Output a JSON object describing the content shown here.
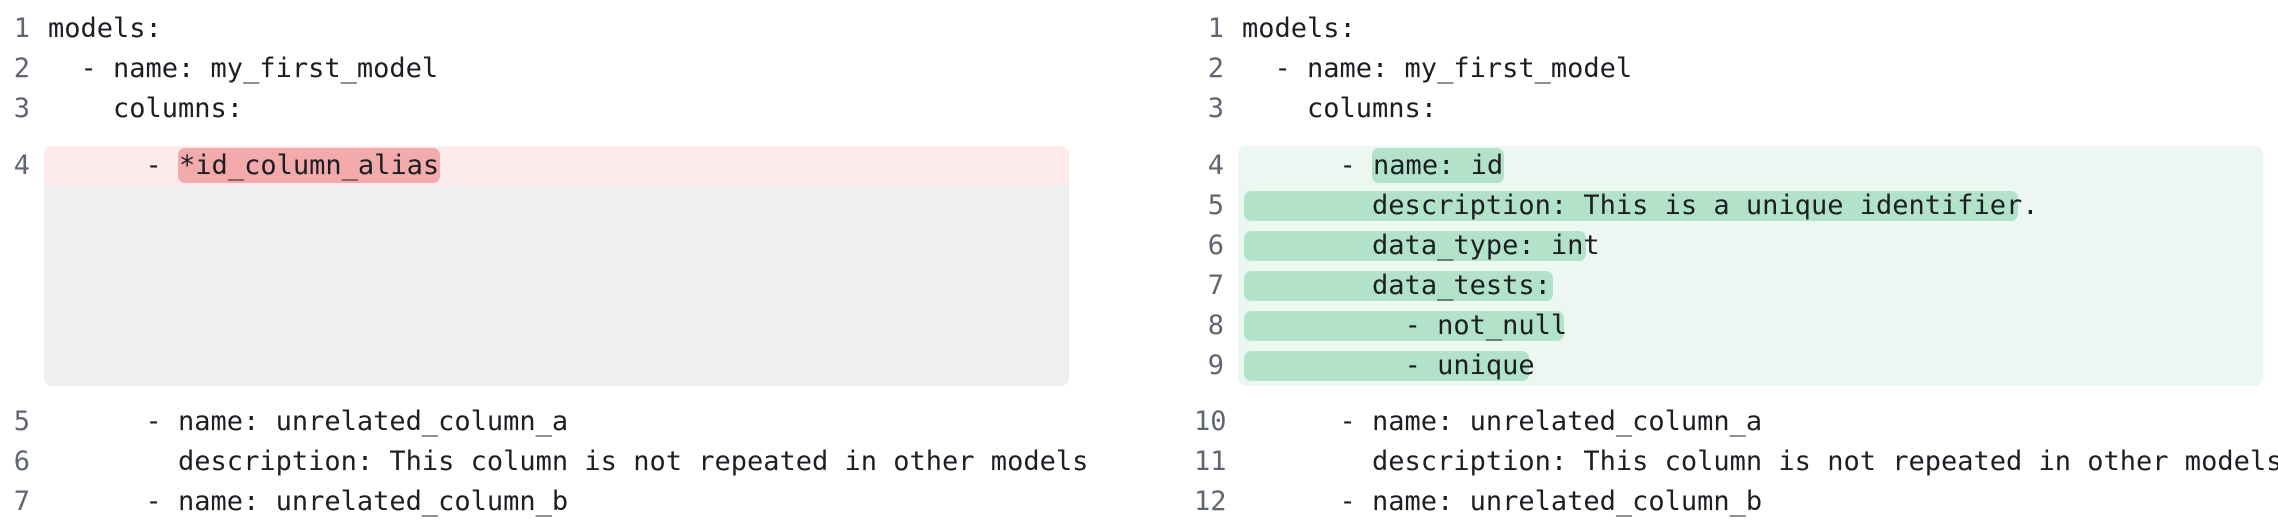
{
  "left": {
    "lines": [
      {
        "num": "1",
        "text": "models:"
      },
      {
        "num": "2",
        "text": "  - name: my_first_model"
      },
      {
        "num": "3",
        "text": "    columns:"
      },
      {
        "num": "4",
        "prefix": "      - ",
        "removed": "*id_column_alias"
      },
      {
        "num": "5",
        "text": "      - name: unrelated_column_a"
      },
      {
        "num": "6",
        "text": "        description: This column is not repeated in other models"
      },
      {
        "num": "7",
        "text": "      - name: unrelated_column_b"
      }
    ]
  },
  "right": {
    "lines": [
      {
        "num": "1",
        "text": "models:"
      },
      {
        "num": "2",
        "text": "  - name: my_first_model"
      },
      {
        "num": "3",
        "text": "    columns:"
      },
      {
        "num": "4",
        "prefix": "      - ",
        "added": "name: id"
      },
      {
        "num": "5",
        "prefix": "        ",
        "added": "description: This is a unique identifier."
      },
      {
        "num": "6",
        "prefix": "        ",
        "added": "data_type: int"
      },
      {
        "num": "7",
        "prefix": "        ",
        "added": "data_tests:"
      },
      {
        "num": "8",
        "prefix": "          ",
        "added": "- not_null"
      },
      {
        "num": "9",
        "prefix": "          ",
        "added": "- unique"
      },
      {
        "num": "10",
        "text": "      - name: unrelated_column_a"
      },
      {
        "num": "11",
        "text": "        description: This column is not repeated in other models"
      },
      {
        "num": "12",
        "text": "      - name: unrelated_column_b"
      }
    ]
  },
  "colors": {
    "removed_bg": "#fdeaea",
    "removed_highlight": "#f2aaaa",
    "added_bg": "#edf7f1",
    "added_highlight": "#b3e2cb",
    "filler_bg": "#eeeff1",
    "line_number": "#5f6672",
    "text": "#1b1f24"
  }
}
